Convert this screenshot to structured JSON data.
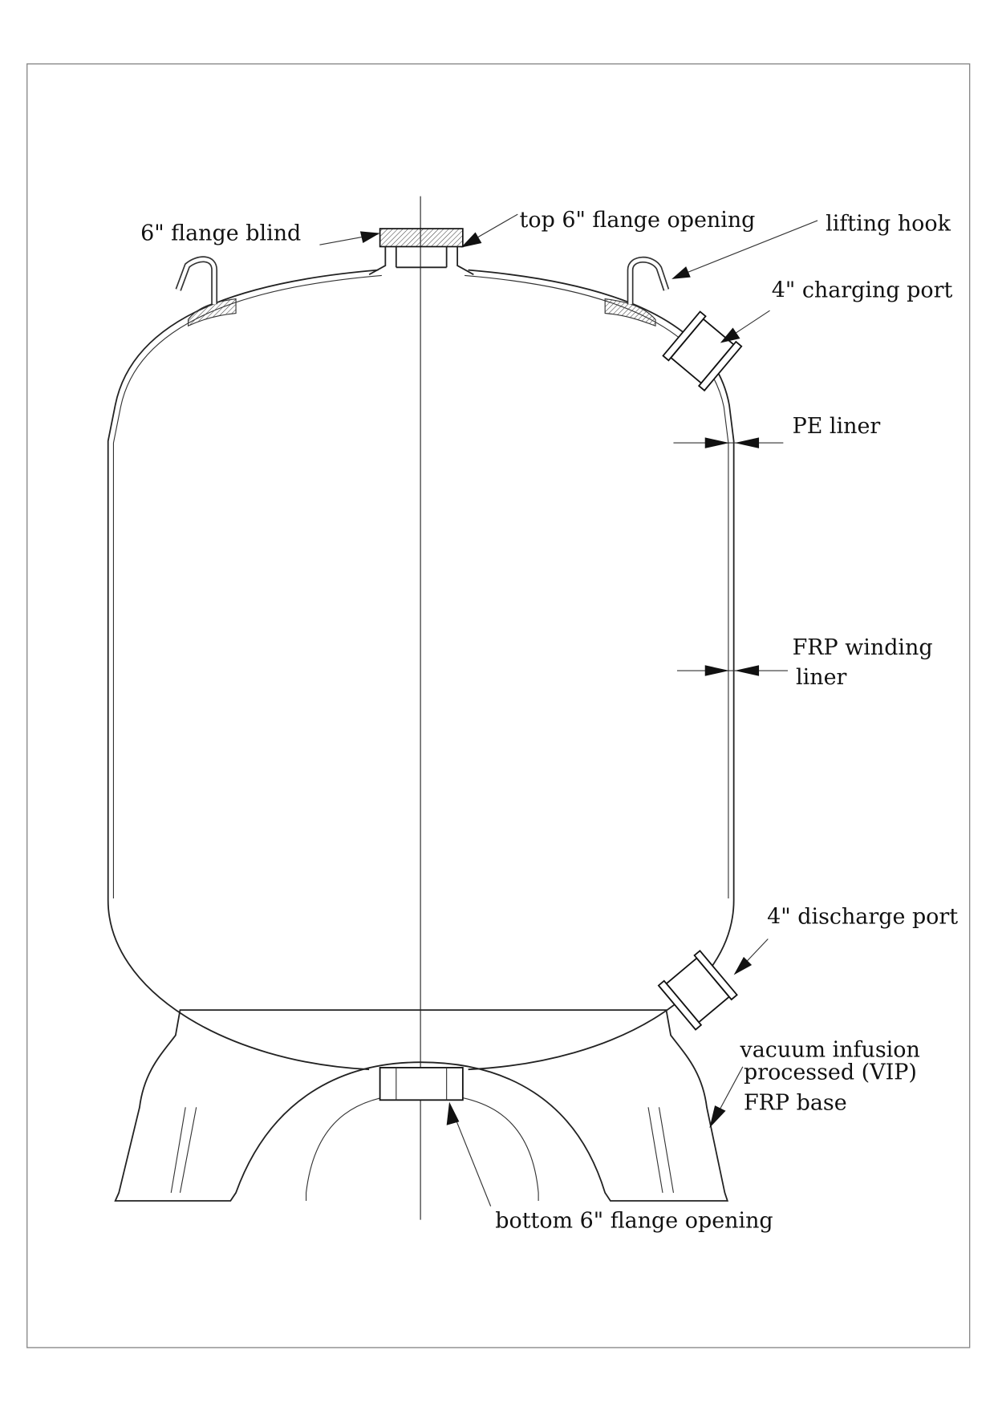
{
  "title": "FRP pressure vessel with PE liner",
  "labels": {
    "flange_blind": "6\" flange blind",
    "top_flange": "top 6\" flange opening",
    "lifting_hook": "lifting hook",
    "charging_port": "4\" charging port",
    "pe_liner": "PE liner",
    "frp_winding_1": "FRP winding",
    "frp_winding_2": "liner",
    "discharge_port": "4\" discharge port",
    "base_1": "vacuum infusion",
    "base_2": "processed (VIP)",
    "base_3": "FRP base",
    "bottom_flange": "bottom  6\" flange  opening"
  }
}
